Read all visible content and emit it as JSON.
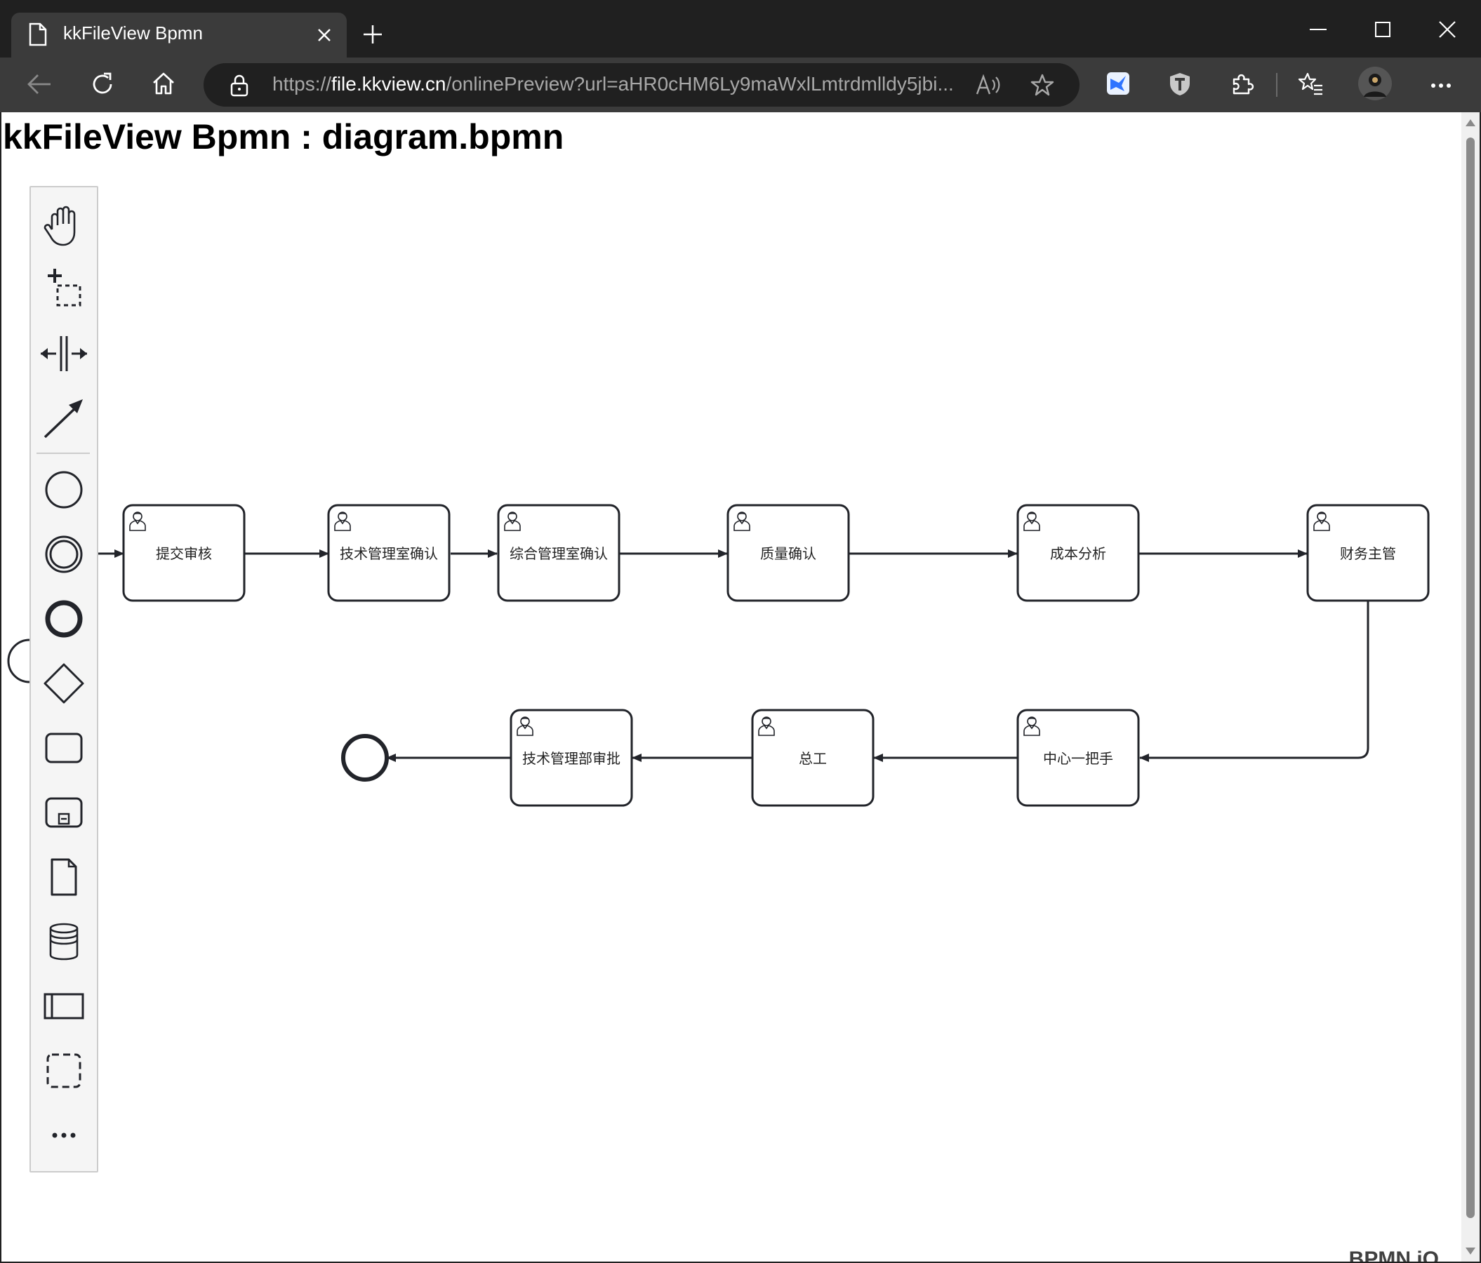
{
  "browser": {
    "tab_title": "kkFileView Bpmn",
    "url_prefix": "https://",
    "url_domain": "file.kkview.cn",
    "url_rest": "/onlinePreview?url=aHR0cHM6Ly9maWxlLmtrdmlldy5jbi..."
  },
  "page": {
    "heading": "kkFileView Bpmn : diagram.bpmn",
    "watermark": "BPMN.iO"
  },
  "palette": {
    "tools": [
      "hand-tool",
      "lasso-tool",
      "space-tool",
      "connect-tool",
      "start-event",
      "intermediate-event",
      "end-event",
      "gateway",
      "task",
      "subprocess",
      "data-object",
      "data-store",
      "participant",
      "group",
      "more-tools"
    ]
  },
  "diagram": {
    "tasks": [
      {
        "id": "t1",
        "label": "提交审核"
      },
      {
        "id": "t2",
        "label": "技术管理室确认"
      },
      {
        "id": "t3",
        "label": "综合管理室确认"
      },
      {
        "id": "t4",
        "label": "质量确认"
      },
      {
        "id": "t5",
        "label": "成本分析"
      },
      {
        "id": "t6",
        "label": "财务主管"
      },
      {
        "id": "t7",
        "label": "中心一把手"
      },
      {
        "id": "t8",
        "label": "总工"
      },
      {
        "id": "t9",
        "label": "技术管理部审批"
      }
    ]
  },
  "colors": {
    "chrome_dark": "#202020",
    "chrome_mid": "#3b3b3b",
    "stroke": "#22242a",
    "canvas": "#ffffff"
  }
}
